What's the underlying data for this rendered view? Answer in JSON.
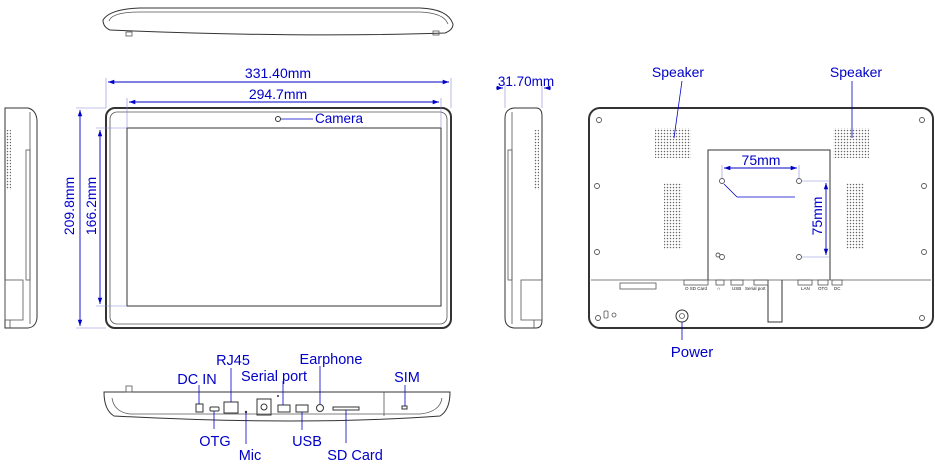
{
  "dimensions": {
    "overall_width": "331.40mm",
    "screen_width": "294.7mm",
    "thickness": "31.70mm",
    "overall_height": "209.8mm",
    "screen_height": "166.2mm",
    "vesa_horizontal": "75mm",
    "vesa_vertical": "75mm"
  },
  "labels": {
    "camera": "Camera",
    "speaker_left": "Speaker",
    "speaker_right": "Speaker",
    "power": "Power",
    "dc_in": "DC IN",
    "rj45": "RJ45",
    "serial_port": "Serial port",
    "earphone": "Earphone",
    "sim": "SIM",
    "otg": "OTG",
    "mic": "Mic",
    "usb": "USB",
    "sd_card": "SD Card"
  },
  "back_port_labels": {
    "sd_card": "O SD Card",
    "earphone": "∩",
    "usb": "USB",
    "serial_port": "Serial port",
    "lan": "LAN",
    "otg": "OTG",
    "dc": "DC"
  },
  "colors": {
    "annotation": "#0000c8",
    "outline": "#333333"
  }
}
